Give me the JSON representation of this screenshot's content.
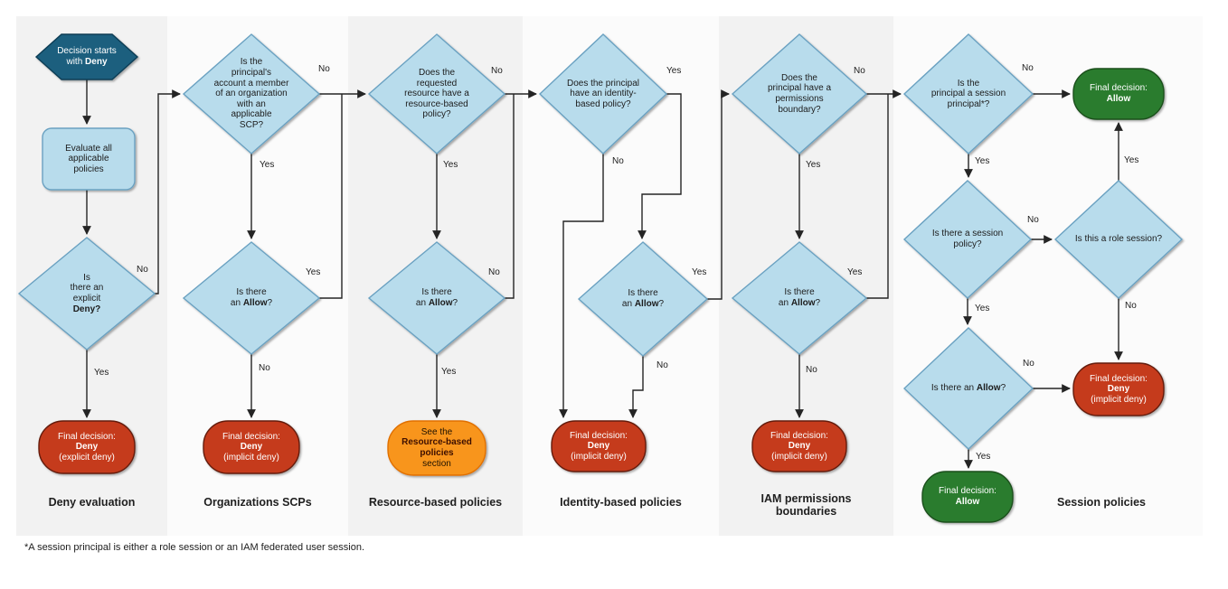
{
  "labels": {
    "yes": "Yes",
    "no": "No"
  },
  "columns": [
    {
      "label": "Deny evaluation"
    },
    {
      "label": "Organizations SCPs"
    },
    {
      "label": "Resource-based policies"
    },
    {
      "label": "Identity-based policies"
    },
    {
      "label": "IAM permissions\nboundaries"
    },
    {
      "label": "Session policies"
    }
  ],
  "nodes": {
    "start": {
      "pre": "Decision starts\nwith ",
      "bold": "Deny"
    },
    "evaluate": {
      "pre": "Evaluate all\napplicable\npolicies"
    },
    "explicit_deny_q": {
      "pre": "Is\nthere an\nexplicit\n",
      "bold": "Deny?"
    },
    "deny_explicit": {
      "pre": "Final decision:\n",
      "bold": "Deny",
      "post": "\n(explicit deny)"
    },
    "deny_implicit": {
      "pre": "Final decision:\n",
      "bold": "Deny",
      "post": "\n(implicit deny)"
    },
    "allow_final": {
      "pre": "Final decision:\n",
      "bold": "Allow"
    },
    "scp_member_q": {
      "pre": "Is the\nprincipal's\naccount a member\nof an organization\nwith an\napplicable\nSCP?"
    },
    "allow_q": {
      "pre": "Is there\nan ",
      "bold": "Allow",
      "post": "?"
    },
    "allow_q_oneline": {
      "pre": "Is there an ",
      "bold": "Allow",
      "post": "?"
    },
    "rbp_q": {
      "pre": "Does the\nrequested\nresource have a\nresource-based\npolicy?"
    },
    "see_rbp": {
      "pre": "See the\n",
      "bold": "Resource-based\npolicies",
      "post": "\nsection"
    },
    "ibp_q": {
      "pre": "Does the principal\nhave an identity-\nbased policy?"
    },
    "pb_q": {
      "pre": "Does the\nprincipal have a\npermissions\nboundary?"
    },
    "session_principal_q": {
      "pre": "Is the\nprincipal a session\nprincipal*?"
    },
    "session_policy_q": {
      "pre": "Is there a session\npolicy?"
    },
    "role_session_q": {
      "pre": "Is this a role session?"
    }
  },
  "footnote": "*A session principal is either a role session or an IAM federated user session.",
  "colors": {
    "decision_fill": "#b8dcec",
    "decision_stroke": "#6aa1c1",
    "start_fill": "#1b5e7e",
    "start_stroke": "#0f3e55",
    "deny_fill": "#c53a1d",
    "deny_stroke": "#641b09",
    "allow_fill": "#2c7c2e",
    "allow_stroke": "#1a4f1b",
    "info_fill": "#f8951f",
    "info_stroke": "#e06f00"
  }
}
